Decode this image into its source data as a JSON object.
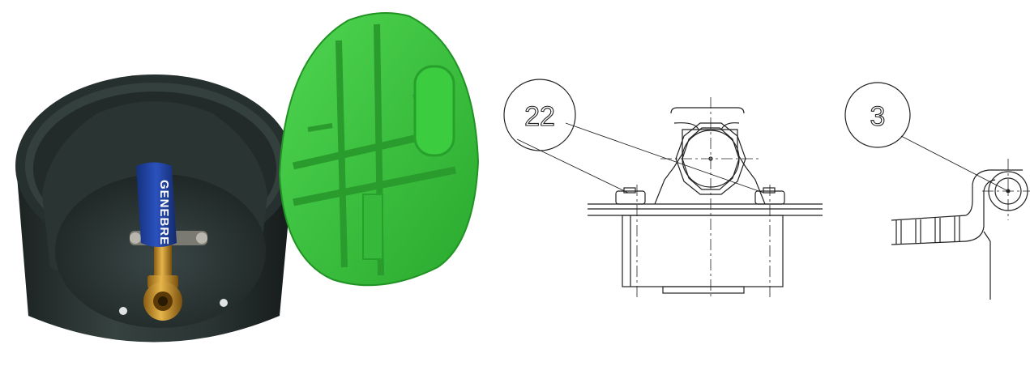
{
  "product_photo": {
    "brand_label": "GENEBRE"
  },
  "front_drawing": {
    "callout_label": "22"
  },
  "side_drawing": {
    "callout_label": "3"
  },
  "colors": {
    "box_body": "#2f3b3a",
    "lid_green": "#3bc43e",
    "handle_blue": "#1f3f9c",
    "brass": "#c8962e"
  }
}
